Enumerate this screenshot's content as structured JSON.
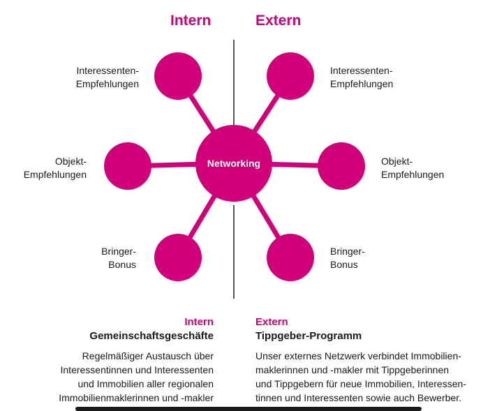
{
  "header": {
    "left": "Intern",
    "right": "Extern"
  },
  "diagram": {
    "center_label": "Networking",
    "accent_color": "#d1007a",
    "left_labels": [
      [
        "Interessenten-",
        "Empfehlungen"
      ],
      [
        "Objekt-",
        "Empfehlungen"
      ],
      [
        "Bringer-",
        "Bonus"
      ]
    ],
    "right_labels": [
      [
        "Interessenten-",
        "Empfehlungen"
      ],
      [
        "Objekt-",
        "Empfehlungen"
      ],
      [
        "Bringer-",
        "Bonus"
      ]
    ]
  },
  "intern": {
    "tag": "Intern",
    "title": "Gemeinschaftsgeschäfte",
    "body": [
      "Regelmäßiger Austausch über",
      "Interessentinnen und Interessenten",
      "und Immobilien aller regionalen",
      "Immobilienmaklerinnen und -makler"
    ]
  },
  "extern": {
    "tag": "Extern",
    "title": "Tippgeber-Programm",
    "body": [
      "Unser externes Netzwerk verbindet Immobilien-",
      "maklerinnen und -makler mit Tippgeberinnen",
      "und Tippgebern für neue Immobilien, Interessen-",
      "tinnen und Interessenten sowie auch Bewerber."
    ]
  }
}
